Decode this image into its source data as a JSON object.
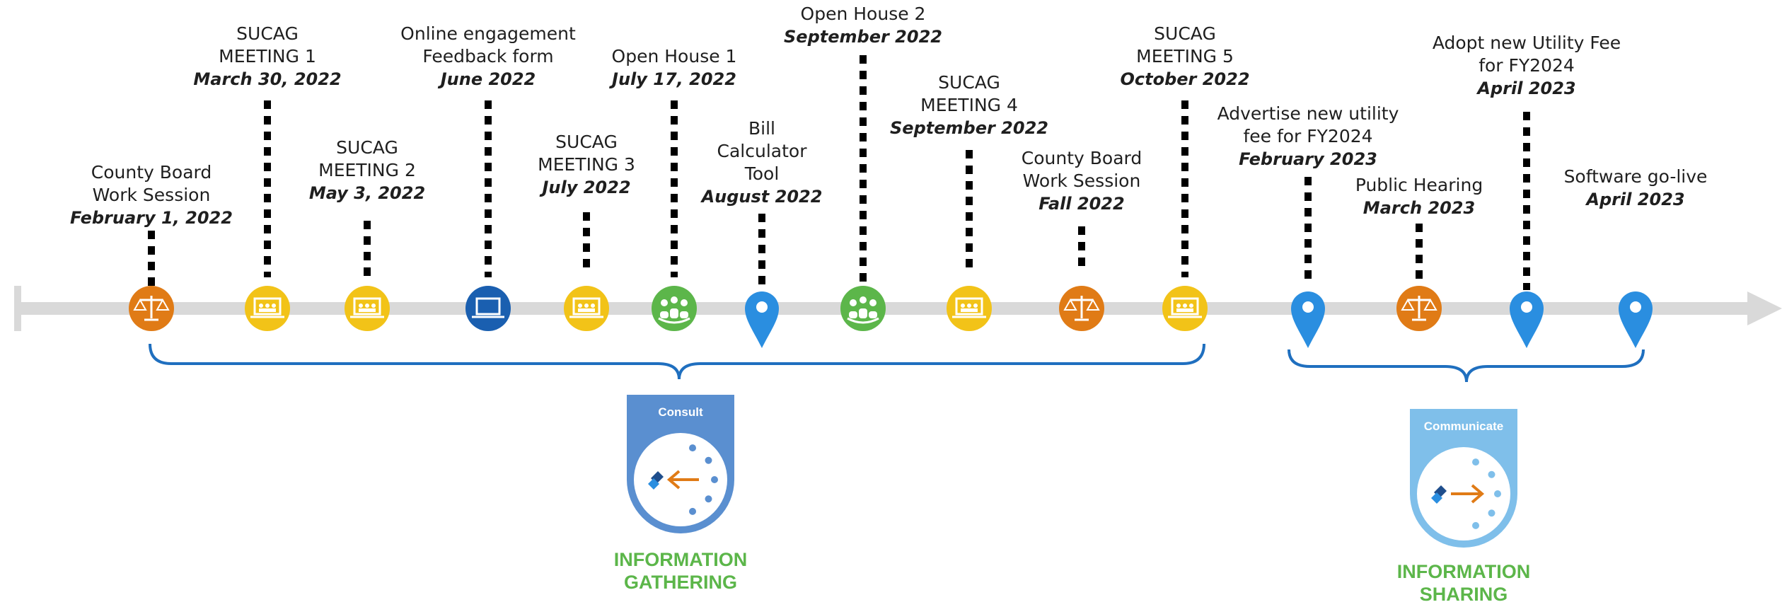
{
  "timeline": {
    "events": [
      {
        "title_lines": [
          "County Board",
          "Work Session"
        ],
        "date": "February 1, 2022",
        "icon": "scales-icon",
        "color": "#e07b16"
      },
      {
        "title_lines": [
          "SUCAG",
          "MEETING 1"
        ],
        "date": "March 30, 2022",
        "icon": "meeting-screen-icon",
        "color": "#f2c318"
      },
      {
        "title_lines": [
          "SUCAG",
          "MEETING 2"
        ],
        "date": "May 3, 2022",
        "icon": "meeting-screen-icon",
        "color": "#f2c318"
      },
      {
        "title_lines": [
          "Online engagement",
          "Feedback form"
        ],
        "date": "June 2022",
        "icon": "laptop-icon",
        "color": "#1a5fb0"
      },
      {
        "title_lines": [
          "SUCAG",
          "MEETING 3"
        ],
        "date": "July 2022",
        "icon": "meeting-screen-icon",
        "color": "#f2c318"
      },
      {
        "title_lines": [
          "Open House 1"
        ],
        "date": "July 17, 2022",
        "icon": "people-group-icon",
        "color": "#5cb64a"
      },
      {
        "title_lines": [
          "Bill",
          "Calculator",
          "Tool"
        ],
        "date": "August 2022",
        "icon": "map-pin-icon",
        "color": "#2a8ee0"
      },
      {
        "title_lines": [
          "Open House 2"
        ],
        "date": "September 2022",
        "icon": "people-group-icon",
        "color": "#5cb64a"
      },
      {
        "title_lines": [
          "SUCAG",
          "MEETING 4"
        ],
        "date": "September 2022",
        "icon": "meeting-screen-icon",
        "color": "#f2c318"
      },
      {
        "title_lines": [
          "County Board",
          "Work Session"
        ],
        "date": "Fall 2022",
        "icon": "scales-icon",
        "color": "#e07b16"
      },
      {
        "title_lines": [
          "SUCAG",
          "MEETING 5"
        ],
        "date": "October 2022",
        "icon": "meeting-screen-icon",
        "color": "#f2c318"
      },
      {
        "title_lines": [
          "Advertise new utility",
          "fee for FY2024"
        ],
        "date": "February 2023",
        "icon": "map-pin-icon",
        "color": "#2a8ee0"
      },
      {
        "title_lines": [
          "Public Hearing"
        ],
        "date": "March 2023",
        "icon": "scales-icon",
        "color": "#e07b16"
      },
      {
        "title_lines": [
          "Adopt new Utility Fee",
          "for FY2024"
        ],
        "date": "April 2023",
        "icon": "map-pin-icon",
        "color": "#2a8ee0"
      },
      {
        "title_lines": [
          "Software go-live"
        ],
        "date": "April 2023",
        "icon": "map-pin-icon",
        "color": "#2a8ee0"
      }
    ]
  },
  "phases": [
    {
      "badge": "Consult",
      "label_lines": [
        "INFORMATION",
        "GATHERING"
      ],
      "badge_color": "#5a8fd0",
      "arrow": "left"
    },
    {
      "badge": "Communicate",
      "label_lines": [
        "INFORMATION",
        "SHARING"
      ],
      "badge_color": "#7fbfea",
      "arrow": "right"
    }
  ],
  "colors": {
    "axis": "#d9d9d9",
    "brace": "#1f6fbf",
    "phase_label": "#5cb64a",
    "arrow_orange": "#e07b16"
  }
}
